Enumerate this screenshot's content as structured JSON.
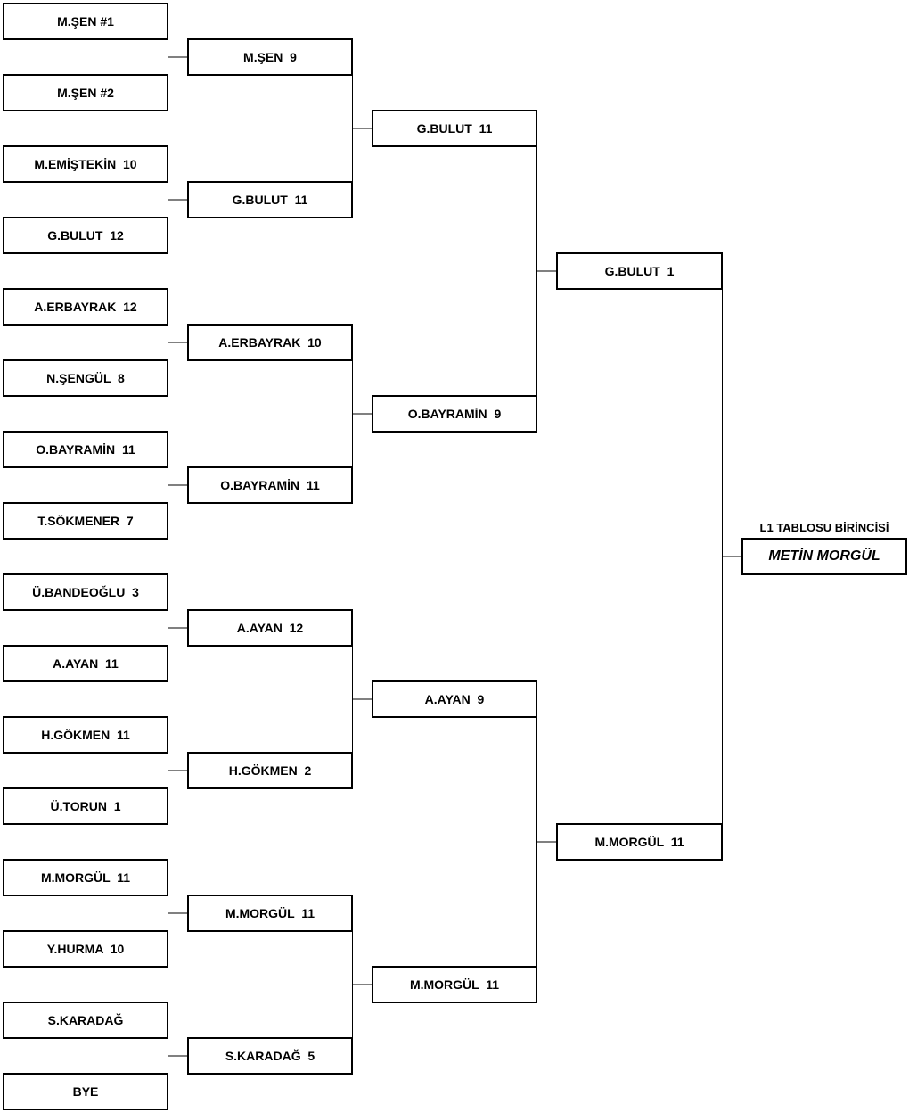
{
  "rounds": [
    [
      "M.ŞEN #1",
      "M.ŞEN #2",
      "M.EMİŞTEKİN  10",
      "G.BULUT  12",
      "A.ERBAYRAK  12",
      "N.ŞENGÜL  8",
      "O.BAYRAMİN  11",
      "T.SÖKMENER  7",
      "Ü.BANDEOĞLU  3",
      "A.AYAN  11",
      "H.GÖKMEN  11",
      "Ü.TORUN  1",
      "M.MORGÜL  11",
      "Y.HURMA  10",
      "S.KARADAĞ",
      "BYE"
    ],
    [
      "M.ŞEN  9",
      "G.BULUT  11",
      "A.ERBAYRAK  10",
      "O.BAYRAMİN  11",
      "A.AYAN  12",
      "H.GÖKMEN  2",
      "M.MORGÜL  11",
      "S.KARADAĞ  5"
    ],
    [
      "G.BULUT  11",
      "O.BAYRAMİN  9",
      "A.AYAN  9",
      "M.MORGÜL  11"
    ],
    [
      "G.BULUT  1",
      "M.MORGÜL  11"
    ]
  ],
  "champion": {
    "title": "L1 TABLOSU BİRİNCİSİ",
    "name": "METİN MORGÜL"
  }
}
